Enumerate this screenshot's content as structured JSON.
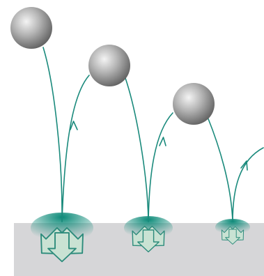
{
  "diagram": {
    "colors": {
      "background": "#ffffff",
      "ground": "#d6d6d8",
      "path": "#1a8a7c",
      "impact": "#0b8a78",
      "arrow_fill": "#c9e2d3",
      "arrow_stroke": "#2c8b7b",
      "ball_light": "#f4f4f4",
      "ball_mid": "#a9a9a9",
      "ball_dark": "#5f5f5f"
    },
    "balls": [
      {
        "name": "ball-1"
      },
      {
        "name": "ball-2"
      },
      {
        "name": "ball-3"
      }
    ],
    "impacts": [
      {
        "name": "impact-1",
        "relative_energy": 1.0
      },
      {
        "name": "impact-2",
        "relative_energy": 0.75
      },
      {
        "name": "impact-3",
        "relative_energy": 0.5
      }
    ],
    "icons": [
      "ball-icon",
      "trajectory-arrow-icon",
      "impact-arrows-icon"
    ]
  }
}
